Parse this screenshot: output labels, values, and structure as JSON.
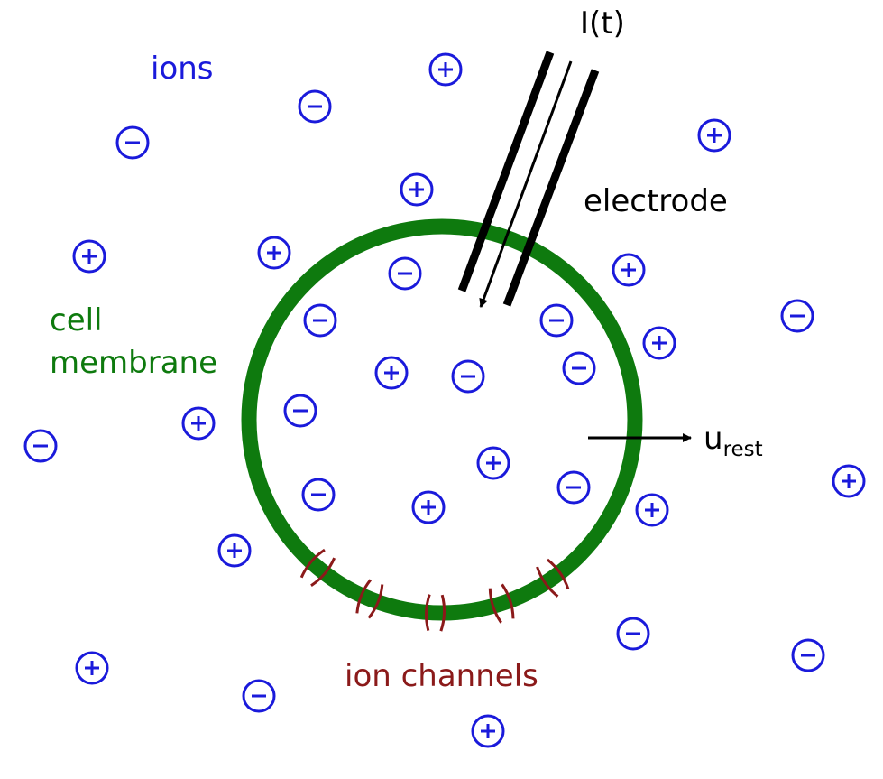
{
  "labels": {
    "ions": "ions",
    "current": "I(t)",
    "electrode": "electrode",
    "membrane_line1": "cell",
    "membrane_line2": "membrane",
    "potential_base": "u",
    "potential_sub": "rest",
    "channels": "ion channels"
  },
  "colors": {
    "ion": "#1a1adb",
    "membrane": "#0e7a0e",
    "channel": "#8b1a1a",
    "electrode": "#000000",
    "text": "#000000"
  },
  "ions": [
    {
      "sign": "+",
      "location": "outside"
    },
    {
      "sign": "-",
      "location": "outside"
    },
    {
      "sign": "-",
      "location": "outside"
    },
    {
      "sign": "+",
      "location": "outside"
    },
    {
      "sign": "+",
      "location": "outside"
    },
    {
      "sign": "+",
      "location": "outside"
    },
    {
      "sign": "+",
      "location": "outside"
    },
    {
      "sign": "+",
      "location": "outside"
    },
    {
      "sign": "-",
      "location": "outside"
    },
    {
      "sign": "+",
      "location": "outside"
    },
    {
      "sign": "-",
      "location": "outside"
    },
    {
      "sign": "+",
      "location": "outside"
    },
    {
      "sign": "+",
      "location": "outside"
    },
    {
      "sign": "+",
      "location": "outside"
    },
    {
      "sign": "+",
      "location": "outside"
    },
    {
      "sign": "-",
      "location": "outside"
    },
    {
      "sign": "-",
      "location": "outside"
    },
    {
      "sign": "-",
      "location": "outside"
    },
    {
      "sign": "+",
      "location": "outside"
    },
    {
      "sign": "-",
      "location": "inside"
    },
    {
      "sign": "-",
      "location": "inside"
    },
    {
      "sign": "-",
      "location": "inside"
    },
    {
      "sign": "+",
      "location": "inside"
    },
    {
      "sign": "-",
      "location": "inside"
    },
    {
      "sign": "-",
      "location": "inside"
    },
    {
      "sign": "-",
      "location": "inside"
    },
    {
      "sign": "+",
      "location": "inside"
    },
    {
      "sign": "-",
      "location": "inside"
    },
    {
      "sign": "-",
      "location": "inside"
    },
    {
      "sign": "+",
      "location": "inside"
    }
  ],
  "ion_channels": 5
}
